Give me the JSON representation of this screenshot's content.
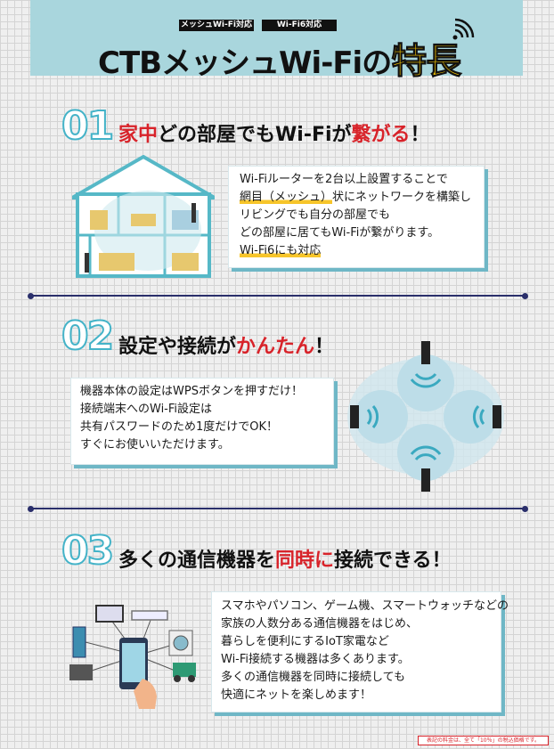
{
  "header": {
    "badges": [
      "メッシュWi-Fi対応",
      "Wi-Fi6対応"
    ],
    "title_main": "CTBメッシュWi-Fiの",
    "title_highlight": "特長"
  },
  "sections": [
    {
      "number": "01",
      "heading": {
        "p1": "家中",
        "p2": "どの部屋でもWi-Fiが",
        "p3": "繋がる",
        "p4": "！"
      },
      "lines": [
        "Wi-Fiルーターを2台以上設置することで",
        "網目（メッシュ）",
        "状にネットワークを構築し",
        "リビングでも自分の部屋でも",
        "どの部屋に居てもWi-Fiが繋がります。",
        "Wi-Fi6にも対応"
      ]
    },
    {
      "number": "02",
      "heading": {
        "p1": "設定や接続が",
        "p2": "かんたん",
        "p3": "！"
      },
      "lines": [
        "機器本体の設定はWPSボタンを押すだけ！",
        "接続端末へのWi-Fi設定は",
        "共有パスワードのため1度だけでOK！",
        "すぐにお使いいただけます。"
      ]
    },
    {
      "number": "03",
      "heading": {
        "p1": "多くの通信機器を",
        "p2": "同時に",
        "p3": "接続できる！"
      },
      "lines": [
        "スマホやパソコン、ゲーム機、スマートウォッチなどの",
        "家族の人数分ある通信機器をはじめ、",
        "暮らしを便利にするIoT家電など",
        "Wi-Fi接続する機器は多くあります。",
        "多くの通信機器を同時に接続しても",
        "快適にネットを楽しめます！"
      ]
    }
  ],
  "footnote": "表記の料金は、全て「10％」の税込価格です。",
  "colors": {
    "accent_teal": "#44b3c8",
    "red": "#d8232a",
    "yellow": "#f2c200",
    "navy": "#2a2f6b"
  }
}
